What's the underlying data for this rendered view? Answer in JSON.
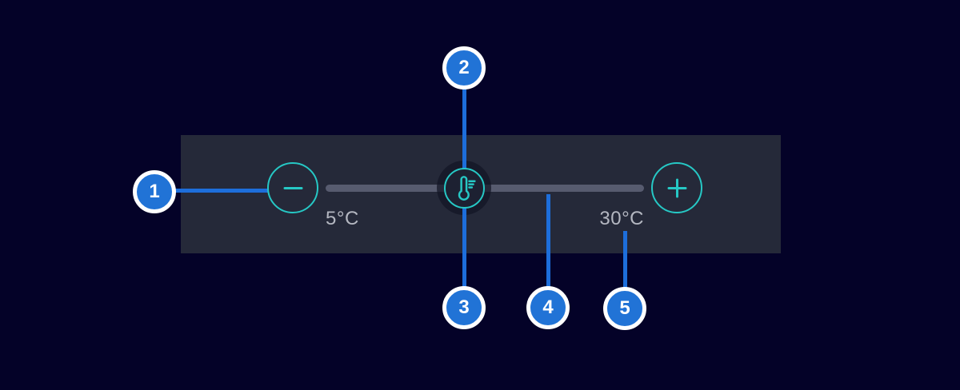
{
  "colors": {
    "background": "#040228",
    "panel": "#252939",
    "accent": "#26c8c5",
    "track": "#575b6f",
    "label": "#b4b7c1",
    "handle_fill": "#1d2132",
    "callout_fill": "#2173d6",
    "callout_line": "#1d6edb",
    "callout_border": "#ffffff",
    "callout_number": "#ffffff"
  },
  "slider": {
    "min_label": "5°C",
    "max_label": "30°C",
    "handle_position_percent": 43.5
  },
  "icons": {
    "decrease": "minus-icon",
    "increase": "plus-icon",
    "handle": "thermometer-icon"
  },
  "callouts": [
    {
      "number": "1"
    },
    {
      "number": "2"
    },
    {
      "number": "3"
    },
    {
      "number": "4"
    },
    {
      "number": "5"
    }
  ]
}
